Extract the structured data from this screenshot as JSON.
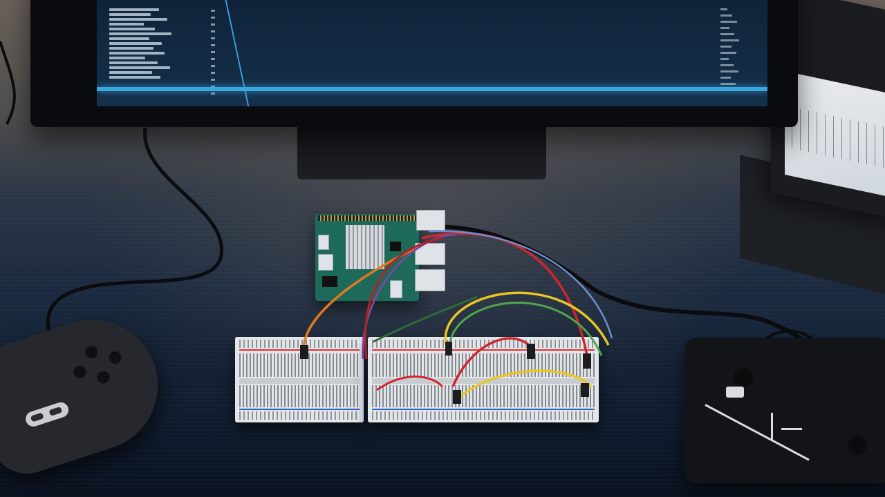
{
  "scene": {
    "description_label": "",
    "colors": {
      "screen_accent": "#3aa8e0",
      "desk_blue": "#1b2a40",
      "board_green": "#1e6a5a",
      "wire_red": "#d0262e",
      "wire_yellow": "#e8c623",
      "wire_green": "#4fa64a",
      "wire_orange": "#e07a22",
      "wire_purple": "#7a4a9a"
    },
    "objects": {
      "monitor": "monitor",
      "second_monitor": "secondary-monitor",
      "single_board_computer": "single-board-computer",
      "breadboards": "breadboard",
      "gamepad": "gamepad",
      "device": "handheld-device"
    }
  }
}
